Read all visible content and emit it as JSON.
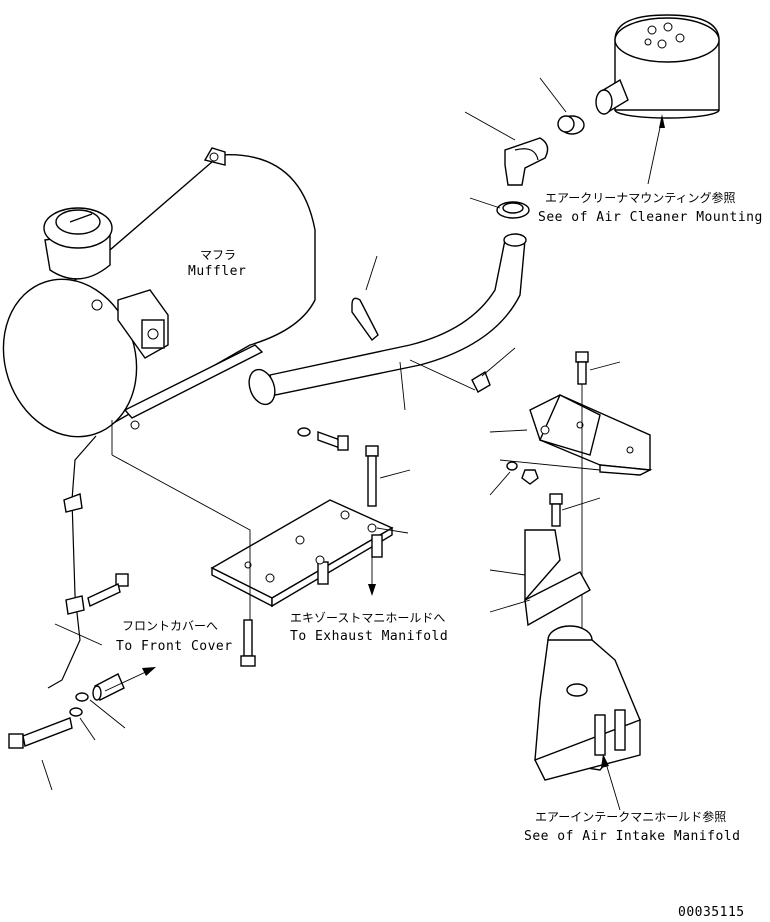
{
  "labels": {
    "air_cleaner_jp": "エアークリーナマウンティング参照",
    "air_cleaner_en": "See of Air Cleaner Mounting",
    "muffler_jp": "マフラ",
    "muffler_en": "Muffler",
    "exhaust_jp": "エキゾーストマニホールドへ",
    "exhaust_en": "To Exhaust Manifold",
    "front_cover_jp": "フロントカバーへ",
    "front_cover_en": "To Front Cover",
    "intake_jp": "エアーインテークマニホールド参照",
    "intake_en": "See of Air Intake Manifold",
    "drawing_number": "00035115"
  }
}
